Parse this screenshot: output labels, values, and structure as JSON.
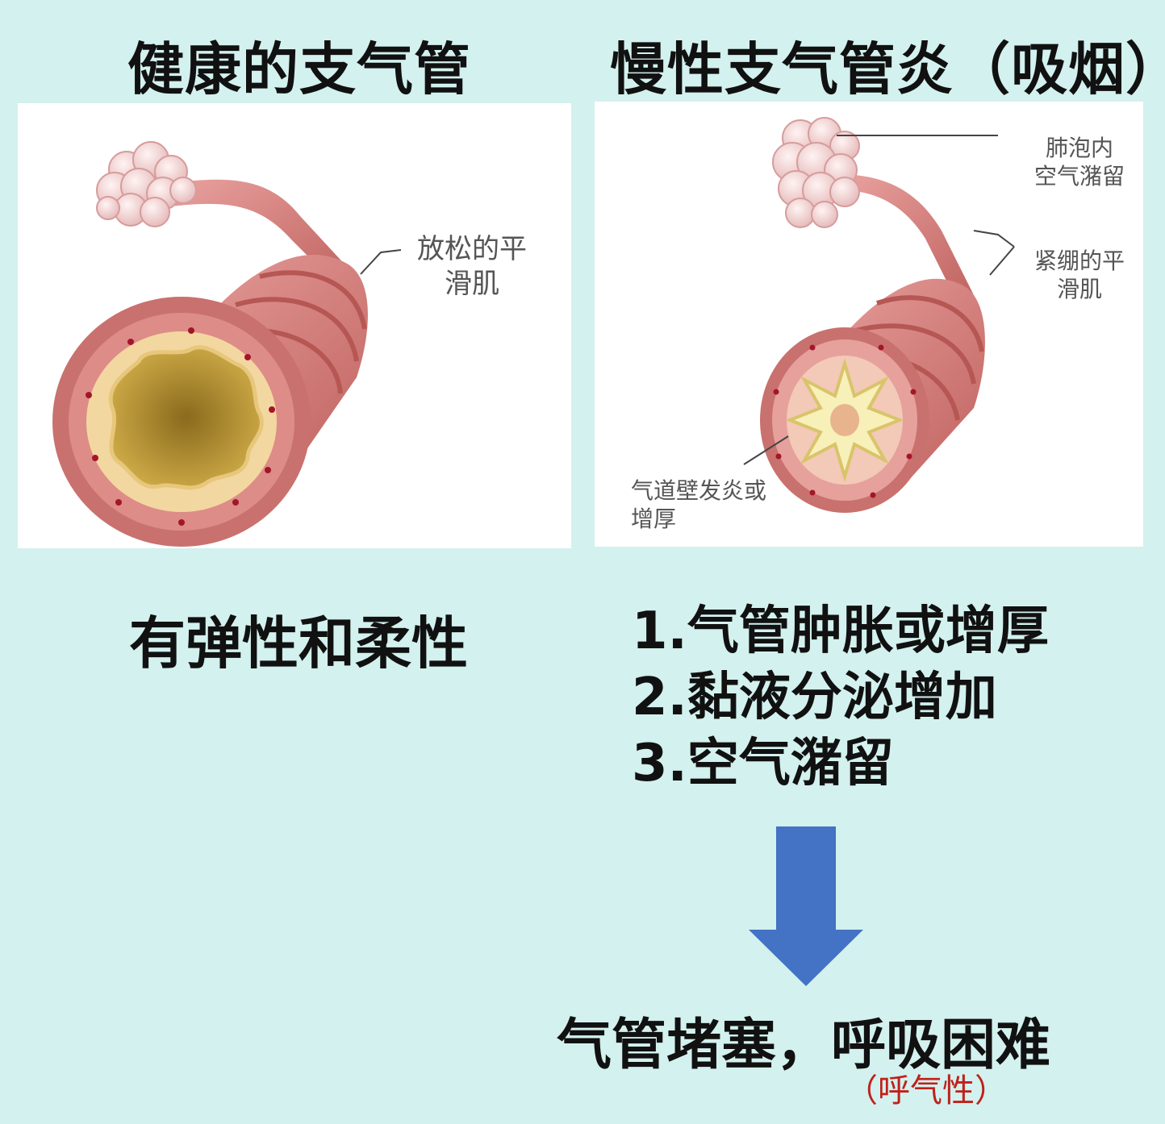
{
  "titles": {
    "healthy": "健康的支气管",
    "chronic": "慢性支气管炎（吸烟）"
  },
  "left_panel": {
    "label_muscle_line1": "放松的平",
    "label_muscle_line2": "滑肌"
  },
  "right_panel": {
    "label_alveoli_line1": "肺泡内",
    "label_alveoli_line2": "空气潴留",
    "label_muscle_line1": "紧绷的平",
    "label_muscle_line2": "滑肌",
    "label_wall_line1": "气道壁发炎或",
    "label_wall_line2": "增厚"
  },
  "left_caption": "有弹性和柔性",
  "right_points": [
    "1.气管肿胀或增厚",
    "2.黏液分泌增加",
    "3.空气潴留"
  ],
  "conclusion": "气管堵塞，呼吸困难",
  "note": "（呼气性）",
  "colors": {
    "background": "#d3f1ee",
    "arrow": "#4472c4",
    "note": "#c0201b"
  }
}
